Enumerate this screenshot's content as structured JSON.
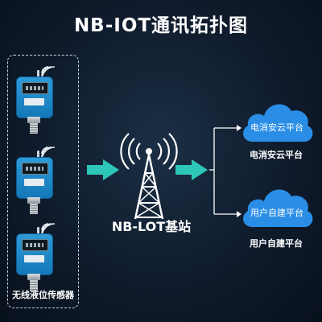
{
  "title": "NB-IOT通讯拓扑图",
  "device_group": {
    "label": "无线液位传感器",
    "device_count": 3
  },
  "tower": {
    "label": "NB-LOT基站"
  },
  "platforms": [
    {
      "cloud_text": "电消安云平台",
      "caption": "电消安云平台"
    },
    {
      "cloud_text": "用户自建平台",
      "caption": "用户自建平台"
    }
  ],
  "colors": {
    "background": "#0e1a2a",
    "arrow": "#2ecfc0",
    "connector": "#ffffff",
    "cloud": "#2a8ee6",
    "sensor_body": "#1f88c9"
  }
}
